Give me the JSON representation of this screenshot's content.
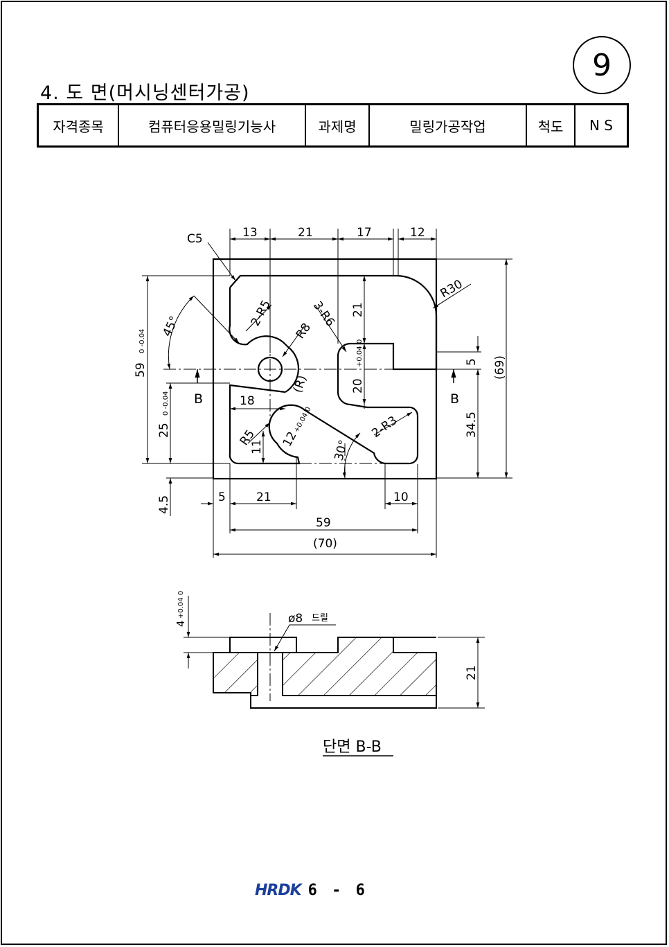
{
  "problem_number": "9",
  "heading": "4. 도  면(머시닝센터가공)",
  "info_table": {
    "qualification_label": "자격종목",
    "qualification_value": "컴퓨터응용밀링기능사",
    "task_label": "과제명",
    "task_value": "밀링가공작업",
    "scale_label": "척도",
    "scale_value": "N S"
  },
  "top_view": {
    "chamfer": "C5",
    "dims_top": [
      "13",
      "21",
      "17",
      "12"
    ],
    "radii": [
      "2-R5",
      "R8",
      "3-R6",
      "R30",
      "(R)",
      "R5",
      "2-R3"
    ],
    "angles": [
      "45°",
      "30°"
    ],
    "dims_vertical": [
      "21",
      "5",
      "(69)",
      "34.5",
      "11"
    ],
    "dims_bottom": [
      "5",
      "21",
      "10",
      "59",
      "(70)",
      "18"
    ],
    "toleranced": {
      "left_top": "59",
      "left_top_tol": "0\n-0.04",
      "left_bottom": "25",
      "left_bottom_tol": "0\n-0.04",
      "left_base": "4.5",
      "slot_center": "20",
      "slot_center_tol": "+0.04\n0",
      "slot_angle": "12",
      "slot_angle_tol": "+0.04\n0"
    },
    "section_marks": [
      "B",
      "B"
    ]
  },
  "section_view": {
    "depth": "4",
    "depth_tol": "+0.04\n0",
    "drill_label": "ø8",
    "drill_text": "드릴",
    "height": "21",
    "caption": "단면 B-B"
  },
  "footer": {
    "logo": "HRDK",
    "page": "6 - 6"
  }
}
